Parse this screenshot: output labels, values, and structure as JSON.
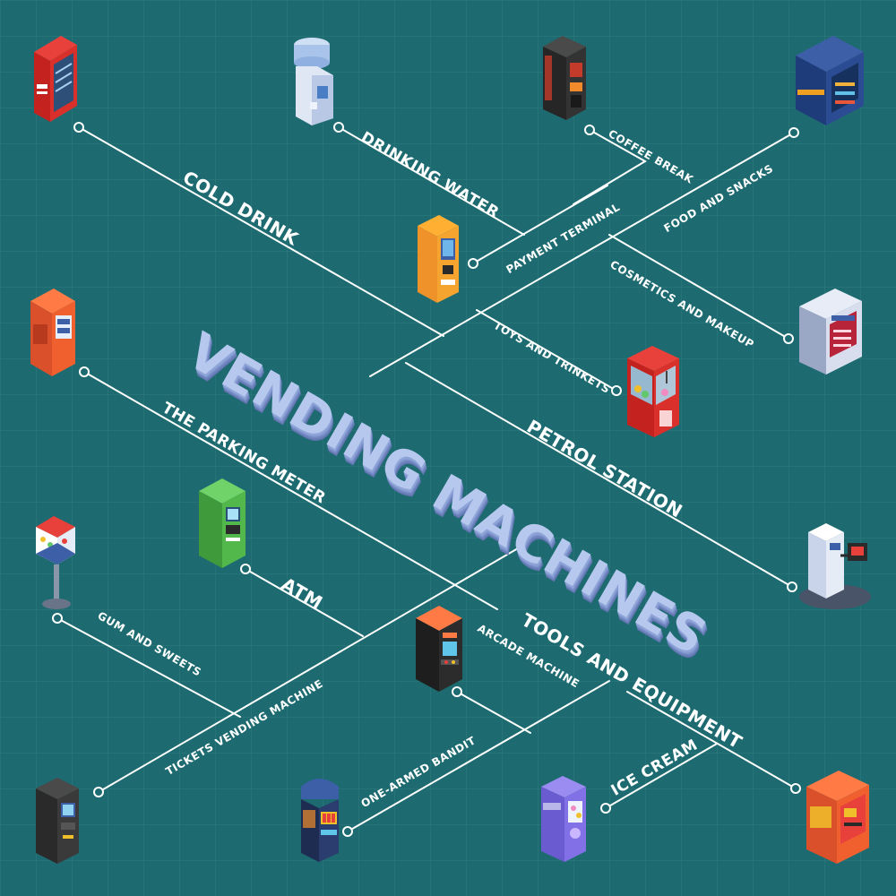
{
  "title": "VENDING MACHINES",
  "colors": {
    "background": "#1d6b70",
    "grid": "#3f8a8e",
    "line": "#ffffff",
    "title": "#b7c8ee",
    "title_shadow": "#6a7fba"
  },
  "labels": {
    "cold_drink": "COLD DRINK",
    "drinking_water": "DRINKING WATER",
    "coffee_break": "COFFEE BREAK",
    "payment_terminal": "PAYMENT TERMINAL",
    "food_and_snacks": "FOOD AND SNACKS",
    "cosmetics_and_makeup": "COSMETICS AND MAKEUP",
    "toys_and_trinkets": "TOYS AND TRINKETS",
    "petrol_station": "PETROL STATION",
    "the_parking_meter": "THE PARKING METER",
    "atm": "ATM",
    "gum_and_sweets": "GUM AND SWEETS",
    "tickets_vending_machine": "TICKETS VENDING MACHINE",
    "arcade_machine": "ARCADE MACHINE",
    "tools_and_equipment": "TOOLS AND EQUIPMENT",
    "one_armed_bandit": "ONE-ARMED BANDIT",
    "ice_cream": "ICE CREAM"
  },
  "machines": [
    {
      "id": "cold-drink",
      "icon": "cold-drink-fridge-icon"
    },
    {
      "id": "drinking-water",
      "icon": "water-cooler-icon"
    },
    {
      "id": "coffee",
      "icon": "coffee-machine-icon"
    },
    {
      "id": "food-snacks",
      "icon": "snack-machine-icon"
    },
    {
      "id": "payment-terminal",
      "icon": "payment-terminal-icon"
    },
    {
      "id": "cosmetics",
      "icon": "cosmetics-machine-icon"
    },
    {
      "id": "parking-meter",
      "icon": "parking-meter-icon"
    },
    {
      "id": "toys",
      "icon": "claw-machine-icon"
    },
    {
      "id": "atm",
      "icon": "atm-icon"
    },
    {
      "id": "petrol",
      "icon": "fuel-pump-icon"
    },
    {
      "id": "gum",
      "icon": "gumball-machine-icon"
    },
    {
      "id": "arcade",
      "icon": "arcade-cabinet-icon"
    },
    {
      "id": "tickets",
      "icon": "ticket-machine-icon"
    },
    {
      "id": "slot",
      "icon": "slot-machine-icon"
    },
    {
      "id": "ice-cream",
      "icon": "ice-cream-machine-icon"
    },
    {
      "id": "tools",
      "icon": "tools-machine-icon"
    }
  ]
}
